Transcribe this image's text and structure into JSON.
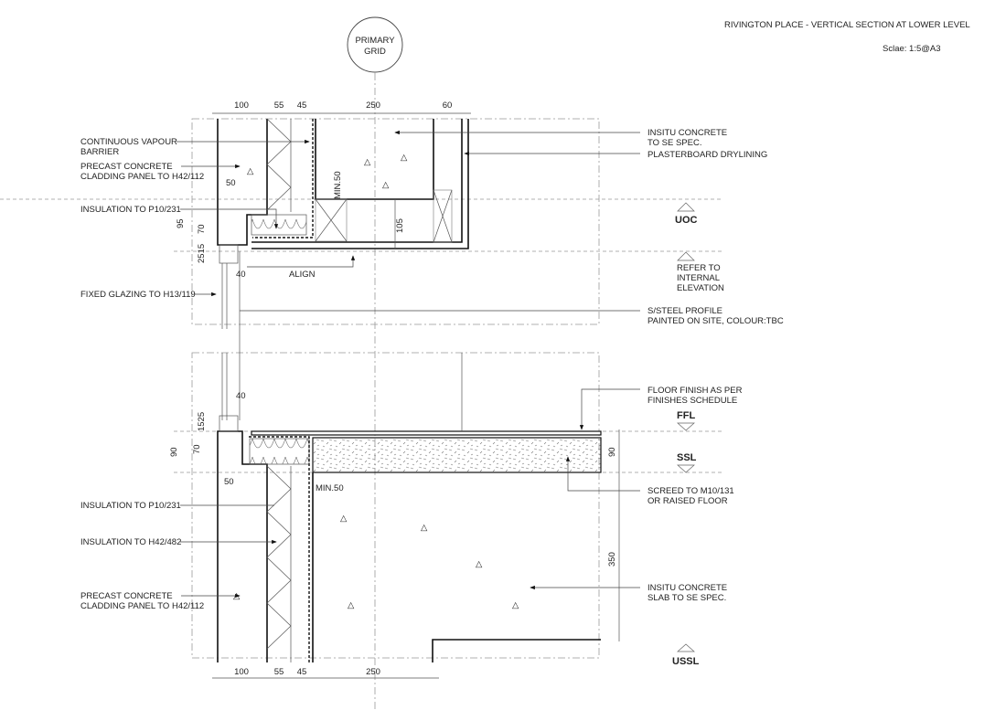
{
  "title": "RIVINGTON PLACE - VERTICAL SECTION AT LOWER LEVEL",
  "scale": "Sclae: 1:5@A3",
  "grid_bubble": {
    "line1": "PRIMARY",
    "line2": "GRID"
  },
  "dims_top": [
    "100",
    "55",
    "45",
    "250",
    "60"
  ],
  "dims_bottom": [
    "100",
    "55",
    "45",
    "250"
  ],
  "dims_upper": {
    "d50": "50",
    "min50": "MIN.50",
    "d95": "95",
    "d70": "70",
    "d2515": "2515",
    "d40": "40",
    "d105": "105",
    "align": "ALIGN"
  },
  "dims_lower": {
    "d40": "40",
    "d1525": "1525",
    "d90": "90",
    "d70": "70",
    "d50": "50",
    "min50": "MIN.50",
    "d90r": "90",
    "d350": "350"
  },
  "labels_left": {
    "vapour": [
      "CONTINUOUS VAPOUR",
      "BARRIER"
    ],
    "precast_top": [
      "PRECAST CONCRETE",
      "CLADDING PANEL TO H42/112"
    ],
    "insulation_top": "INSULATION TO P10/231",
    "glazing": "FIXED GLAZING TO H13/119",
    "insulation_bottom": "INSULATION TO P10/231",
    "insulation_h42": "INSULATION TO H42/482",
    "precast_bottom": [
      "PRECAST CONCRETE",
      "CLADDING PANEL TO H42/112"
    ]
  },
  "labels_right": {
    "insitu": [
      "INSITU CONCRETE",
      "TO SE SPEC."
    ],
    "plasterboard": "PLASTERBOARD DRYLINING",
    "refer": [
      "REFER TO",
      "INTERNAL",
      "ELEVATION"
    ],
    "steel": [
      "S/STEEL PROFILE",
      "PAINTED ON SITE, COLOUR:TBC"
    ],
    "floor_finish": [
      "FLOOR FINISH AS PER",
      "FINISHES SCHEDULE"
    ],
    "screed": [
      "SCREED TO M10/131",
      "OR RAISED FLOOR"
    ],
    "insitu_slab": [
      "INSITU CONCRETE",
      "SLAB TO SE SPEC."
    ]
  },
  "levels": {
    "uoc": "UOC",
    "ffl": "FFL",
    "ssl": "SSL",
    "ussl": "USSL"
  }
}
